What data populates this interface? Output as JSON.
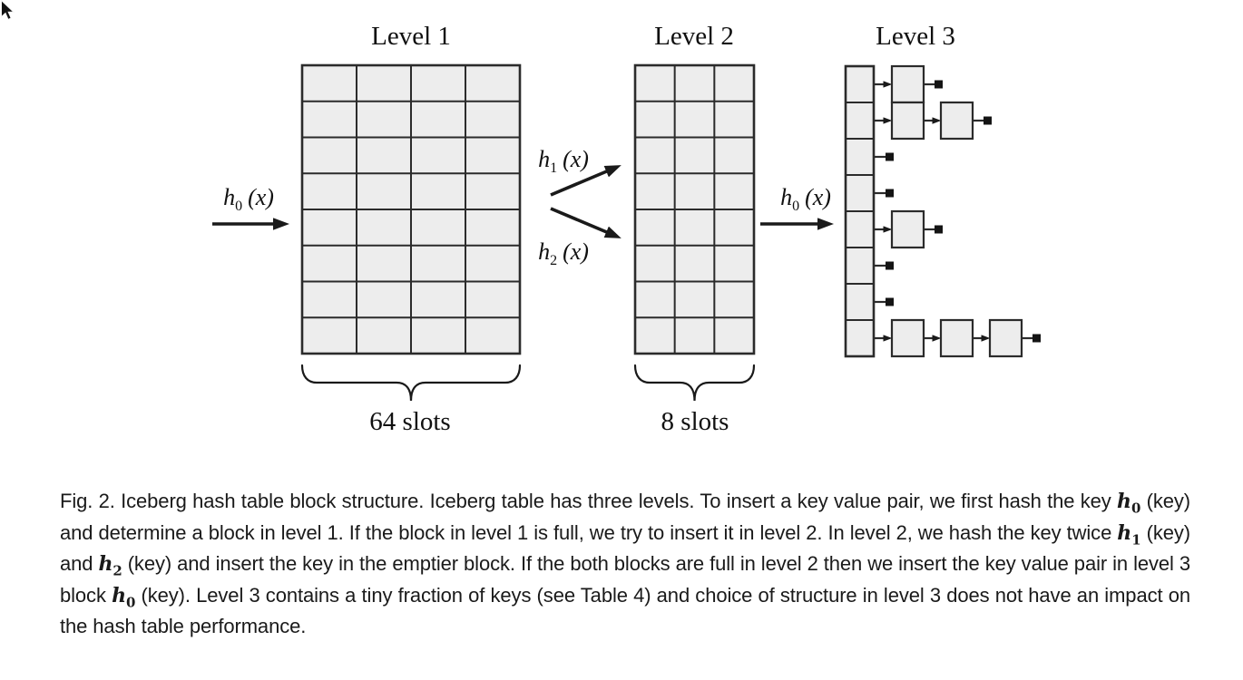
{
  "diagram": {
    "levels": [
      {
        "title": "Level 1",
        "cols": 4,
        "rows": 8,
        "slots_label": "64 slots"
      },
      {
        "title": "Level 2",
        "cols": 3,
        "rows": 8,
        "slots_label": "8 slots"
      },
      {
        "title": "Level 3",
        "cols": 1,
        "rows": 8,
        "chains": [
          1,
          2,
          0,
          0,
          1,
          0,
          0,
          3
        ]
      }
    ],
    "hash_labels": [
      {
        "base": "h",
        "sub": "0",
        "arg": "(x)"
      },
      {
        "base": "h",
        "sub": "1",
        "arg": "(x)"
      },
      {
        "base": "h",
        "sub": "2",
        "arg": "(x)"
      },
      {
        "base": "h",
        "sub": "0",
        "arg": "(x)"
      }
    ]
  },
  "caption": {
    "segments": [
      {
        "t": "Fig. 2.  Iceberg hash table block structure. Iceberg table has three levels. To insert a key value pair, we first hash the key ",
        "s": "n"
      },
      {
        "t": "h",
        "s": "bi"
      },
      {
        "t": "0",
        "s": "sub"
      },
      {
        "t": " (key) and determine a block in level 1. If the block in level 1 is full, we try to insert it in level 2. In level 2, we hash the key twice ",
        "s": "n"
      },
      {
        "t": "h",
        "s": "bi"
      },
      {
        "t": "1",
        "s": "sub"
      },
      {
        "t": " (key) and ",
        "s": "n"
      },
      {
        "t": "h",
        "s": "bi"
      },
      {
        "t": "2",
        "s": "sub"
      },
      {
        "t": " (key) and insert the key in the emptier block. If the both blocks are full in level 2 then we insert the key value pair in level 3 block ",
        "s": "n"
      },
      {
        "t": "h",
        "s": "bi"
      },
      {
        "t": "0",
        "s": "sub"
      },
      {
        "t": " (key). Level 3 contains a tiny fraction of keys (see Table 4) and choice of structure in level 3 does not have an impact on the hash table performance.",
        "s": "n"
      }
    ]
  },
  "colors": {
    "cell_fill": "#ededed",
    "line": "#2b2b2b",
    "terminator": "#141414",
    "text": "#141414"
  }
}
